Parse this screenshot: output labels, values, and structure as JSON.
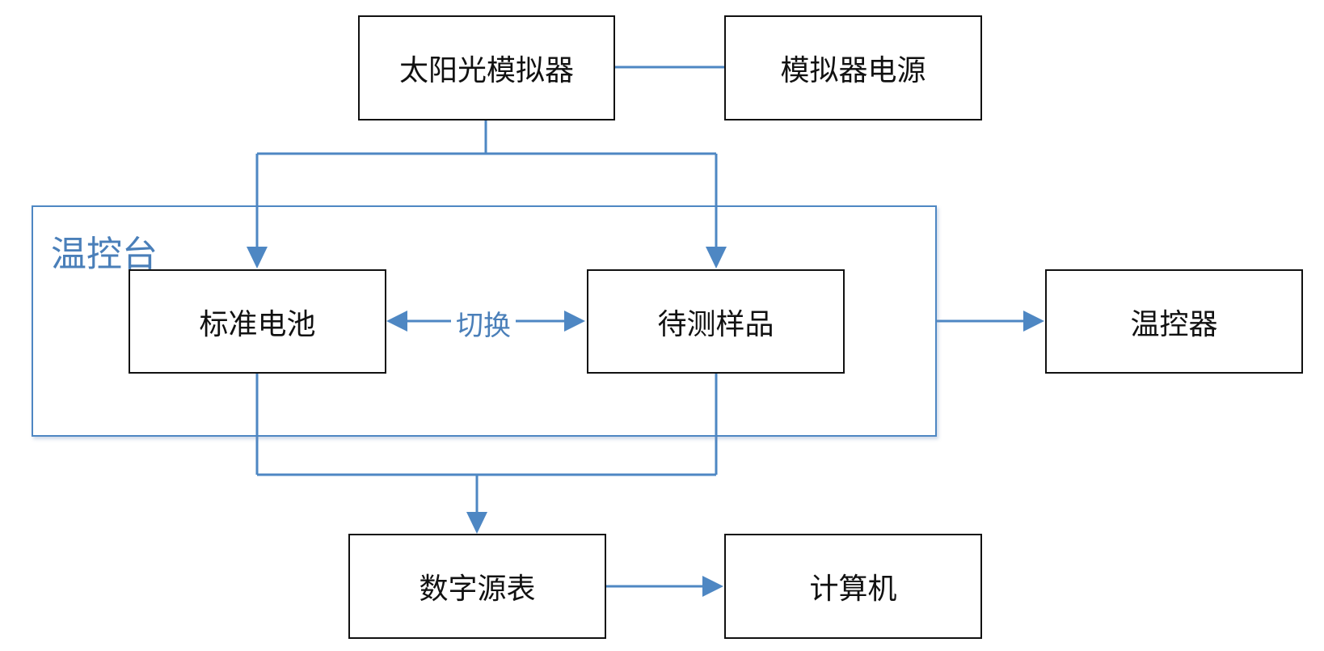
{
  "colors": {
    "line": "#4e87c3",
    "box_border": "#111111",
    "label_blue": "#4a7fb9"
  },
  "nodes": {
    "solar_simulator": "太阳光模拟器",
    "simulator_power": "模拟器电源",
    "standard_cell": "标准电池",
    "sample_under_test": "待测样品",
    "temp_controller": "温控器",
    "digital_source_meter": "数字源表",
    "computer": "计算机"
  },
  "group": {
    "temp_stage": "温控台"
  },
  "edge_labels": {
    "switch": "切换"
  }
}
